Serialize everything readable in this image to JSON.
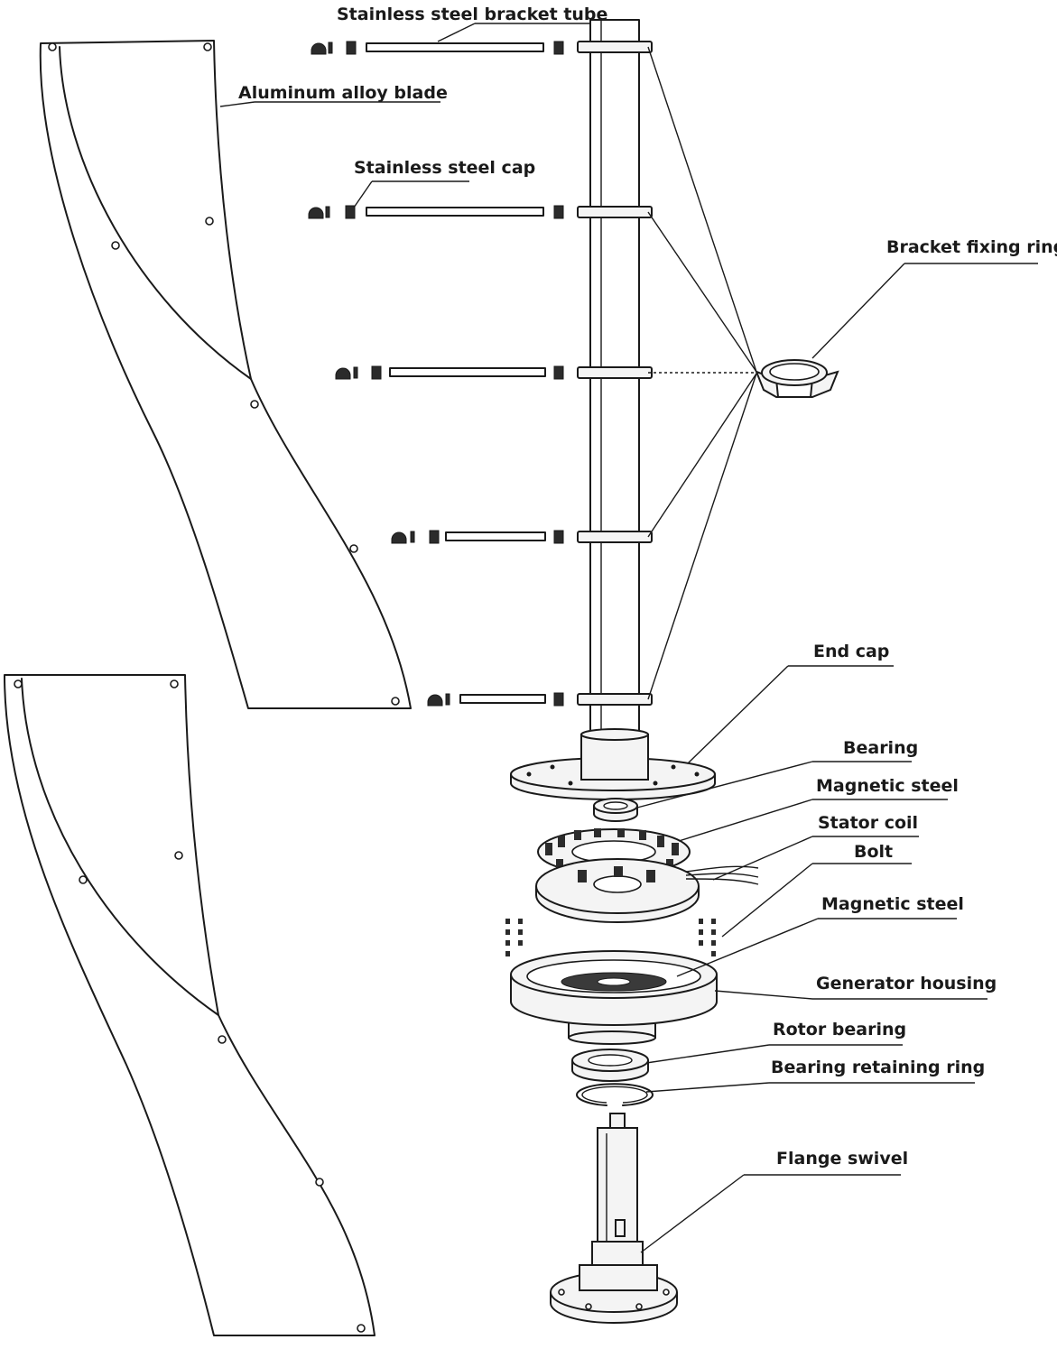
{
  "labels": {
    "bracket_tube": "Stainless steel bracket tube",
    "blade": "Aluminum alloy blade",
    "steel_cap": "Stainless steel cap",
    "fixing_ring": "Bracket fixing ring",
    "end_cap": "End cap",
    "bearing": "Bearing",
    "magnetic_steel_top": "Magnetic steel",
    "stator_coil": "Stator coil",
    "bolt": "Bolt",
    "magnetic_steel_bottom": "Magnetic steel",
    "generator_housing": "Generator housing",
    "rotor_bearing": "Rotor bearing",
    "retaining_ring": "Bearing retaining ring",
    "flange_swivel": "Flange swivel"
  }
}
